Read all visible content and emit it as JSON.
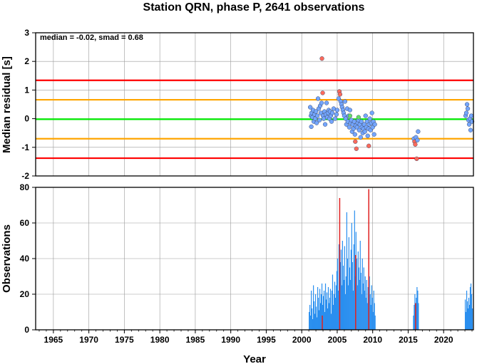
{
  "chart_data": [
    {
      "type": "scatter",
      "title": "Station QRN, phase P, 2641 observations",
      "xlabel": "",
      "ylabel": "Median residual [s]",
      "annotation": "median = -0.02, smad = 0.68",
      "xlim": [
        1962.5,
        2024.2
      ],
      "ylim": [
        -2,
        3
      ],
      "yticks": [
        "3",
        "2",
        "1",
        "0",
        "-1",
        "-2"
      ],
      "grid": true,
      "reference_lines": [
        {
          "y": 1.34,
          "color": "#ff0000"
        },
        {
          "y": 0.66,
          "color": "#ffa500"
        },
        {
          "y": -0.02,
          "color": "#00ee00"
        },
        {
          "y": -0.7,
          "color": "#ffa500"
        },
        {
          "y": -1.38,
          "color": "#ff0000"
        }
      ],
      "colors": {
        "normal": "#74a6ff",
        "outlier": "#ff6a5a",
        "central": "#66dd66"
      },
      "points": [
        {
          "x": 2001.2,
          "y": 0.4
        },
        {
          "x": 2001.3,
          "y": 0.1
        },
        {
          "x": 2001.35,
          "y": -0.28
        },
        {
          "x": 2001.4,
          "y": 0.2
        },
        {
          "x": 2001.5,
          "y": 0.05
        },
        {
          "x": 2001.6,
          "y": 0.3
        },
        {
          "x": 2001.7,
          "y": -0.1
        },
        {
          "x": 2001.8,
          "y": 0.15
        },
        {
          "x": 2001.9,
          "y": 0.0
        },
        {
          "x": 2002.0,
          "y": 0.25
        },
        {
          "x": 2002.1,
          "y": -0.15
        },
        {
          "x": 2002.2,
          "y": 0.1
        },
        {
          "x": 2002.3,
          "y": 0.7
        },
        {
          "x": 2002.4,
          "y": 0.35
        },
        {
          "x": 2002.5,
          "y": -0.05
        },
        {
          "x": 2002.6,
          "y": 0.45
        },
        {
          "x": 2002.7,
          "y": 0.2
        },
        {
          "x": 2002.8,
          "y": 0.55
        },
        {
          "x": 2002.85,
          "y": 2.1,
          "outlier": true
        },
        {
          "x": 2002.95,
          "y": 0.9,
          "outlier": true
        },
        {
          "x": 2003.0,
          "y": 0.1
        },
        {
          "x": 2003.1,
          "y": 0.0
        },
        {
          "x": 2003.2,
          "y": 0.25
        },
        {
          "x": 2003.3,
          "y": -0.2
        },
        {
          "x": 2003.4,
          "y": 0.15
        },
        {
          "x": 2003.5,
          "y": 0.55
        },
        {
          "x": 2003.6,
          "y": 0.05
        },
        {
          "x": 2003.7,
          "y": 0.2
        },
        {
          "x": 2003.8,
          "y": 0.3
        },
        {
          "x": 2003.9,
          "y": 0.0
        },
        {
          "x": 2004.0,
          "y": 0.25
        },
        {
          "x": 2004.1,
          "y": 0.1
        },
        {
          "x": 2004.2,
          "y": -0.1
        },
        {
          "x": 2004.3,
          "y": 0.2
        },
        {
          "x": 2004.5,
          "y": 0.35
        },
        {
          "x": 2004.7,
          "y": 0.0
        },
        {
          "x": 2004.9,
          "y": 0.15
        },
        {
          "x": 2005.0,
          "y": 0.3
        },
        {
          "x": 2005.2,
          "y": 0.7
        },
        {
          "x": 2005.3,
          "y": 0.95,
          "outlier": true
        },
        {
          "x": 2005.4,
          "y": 0.85,
          "outlier": true
        },
        {
          "x": 2005.5,
          "y": 0.6
        },
        {
          "x": 2005.6,
          "y": 0.5
        },
        {
          "x": 2005.7,
          "y": 0.4
        },
        {
          "x": 2005.8,
          "y": 0.3
        },
        {
          "x": 2005.9,
          "y": 0.2
        },
        {
          "x": 2006.0,
          "y": 0.1
        },
        {
          "x": 2006.1,
          "y": 0.6
        },
        {
          "x": 2006.2,
          "y": 0.0
        },
        {
          "x": 2006.3,
          "y": -0.2
        },
        {
          "x": 2006.4,
          "y": 0.35
        },
        {
          "x": 2006.5,
          "y": -0.1
        },
        {
          "x": 2006.6,
          "y": 0.1
        },
        {
          "x": 2006.7,
          "y": -0.3
        },
        {
          "x": 2006.8,
          "y": 0.3
        },
        {
          "x": 2006.9,
          "y": -0.15
        },
        {
          "x": 2007.0,
          "y": -0.05
        },
        {
          "x": 2007.1,
          "y": -0.45
        },
        {
          "x": 2007.2,
          "y": -0.2
        },
        {
          "x": 2007.3,
          "y": -0.35
        },
        {
          "x": 2007.4,
          "y": -0.1
        },
        {
          "x": 2007.5,
          "y": -0.55
        },
        {
          "x": 2007.55,
          "y": -0.8,
          "outlier": true
        },
        {
          "x": 2007.6,
          "y": -0.25
        },
        {
          "x": 2007.7,
          "y": -1.05,
          "outlier": true
        },
        {
          "x": 2007.8,
          "y": -0.3
        },
        {
          "x": 2007.9,
          "y": -0.15
        },
        {
          "x": 2008.0,
          "y": -0.05
        },
        {
          "x": 2008.1,
          "y": -0.4
        },
        {
          "x": 2008.2,
          "y": -0.2
        },
        {
          "x": 2008.3,
          "y": -0.65
        },
        {
          "x": 2008.4,
          "y": -0.1
        },
        {
          "x": 2008.5,
          "y": -0.3
        },
        {
          "x": 2008.6,
          "y": -0.5
        },
        {
          "x": 2008.7,
          "y": -0.35
        },
        {
          "x": 2008.8,
          "y": -0.2
        },
        {
          "x": 2008.9,
          "y": -0.45
        },
        {
          "x": 2009.0,
          "y": 0.1
        },
        {
          "x": 2009.1,
          "y": -0.3
        },
        {
          "x": 2009.2,
          "y": -0.1
        },
        {
          "x": 2009.3,
          "y": -0.6
        },
        {
          "x": 2009.4,
          "y": -0.35
        },
        {
          "x": 2009.45,
          "y": -0.95,
          "outlier": true
        },
        {
          "x": 2009.5,
          "y": -0.2
        },
        {
          "x": 2009.6,
          "y": 0.0
        },
        {
          "x": 2009.7,
          "y": -0.4
        },
        {
          "x": 2009.8,
          "y": -0.15
        },
        {
          "x": 2009.9,
          "y": 0.2
        },
        {
          "x": 2010.0,
          "y": -0.3
        },
        {
          "x": 2010.1,
          "y": -0.1
        },
        {
          "x": 2010.2,
          "y": -0.55
        },
        {
          "x": 2010.3,
          "y": -0.2
        },
        {
          "x": 2008.0,
          "y": 0.05,
          "central": true
        },
        {
          "x": 2006.8,
          "y": 0.1,
          "central": true
        },
        {
          "x": 2015.8,
          "y": -0.7
        },
        {
          "x": 2015.9,
          "y": -0.8,
          "outlier": true
        },
        {
          "x": 2016.0,
          "y": -0.9,
          "outlier": true
        },
        {
          "x": 2016.1,
          "y": -0.65
        },
        {
          "x": 2016.2,
          "y": -1.4,
          "outlier": true
        },
        {
          "x": 2016.3,
          "y": -0.75
        },
        {
          "x": 2016.4,
          "y": -0.45
        },
        {
          "x": 2023.1,
          "y": 0.1
        },
        {
          "x": 2023.2,
          "y": 0.2
        },
        {
          "x": 2023.3,
          "y": 0.5
        },
        {
          "x": 2023.4,
          "y": 0.35
        },
        {
          "x": 2023.5,
          "y": -0.05
        },
        {
          "x": 2023.6,
          "y": -0.2
        },
        {
          "x": 2023.7,
          "y": 0.0
        },
        {
          "x": 2023.8,
          "y": -0.4
        },
        {
          "x": 2023.9,
          "y": 0.1
        },
        {
          "x": 2024.0,
          "y": -0.1
        }
      ]
    },
    {
      "type": "bar",
      "title": "",
      "xlabel": "Year",
      "ylabel": "Observations",
      "xlim": [
        1962.5,
        2024.2
      ],
      "ylim": [
        0,
        80
      ],
      "yticks": [
        "80",
        "60",
        "40",
        "20",
        "0"
      ],
      "xticks": [
        "1965",
        "1970",
        "1975",
        "1980",
        "1985",
        "1990",
        "1995",
        "2000",
        "2005",
        "2010",
        "2015",
        "2020"
      ],
      "grid": true,
      "colors": {
        "bars": "#2a8fef",
        "outlier_bars": "#e02020"
      },
      "bars": [
        [
          2001.05,
          10
        ],
        [
          2001.15,
          14
        ],
        [
          2001.25,
          8
        ],
        [
          2001.35,
          22
        ],
        [
          2001.45,
          12
        ],
        [
          2001.55,
          6
        ],
        [
          2001.65,
          25
        ],
        [
          2001.75,
          16
        ],
        [
          2001.85,
          9
        ],
        [
          2001.95,
          20
        ],
        [
          2002.05,
          13
        ],
        [
          2002.15,
          7
        ],
        [
          2002.25,
          24
        ],
        [
          2002.35,
          18
        ],
        [
          2002.45,
          11
        ],
        [
          2002.55,
          23
        ],
        [
          2002.65,
          15
        ],
        [
          2002.75,
          20
        ],
        [
          2002.85,
          26
        ],
        [
          2002.95,
          14
        ],
        [
          2003.05,
          19
        ],
        [
          2003.15,
          22
        ],
        [
          2003.25,
          10
        ],
        [
          2003.35,
          26
        ],
        [
          2003.45,
          17
        ],
        [
          2003.55,
          21
        ],
        [
          2003.65,
          12
        ],
        [
          2003.75,
          24
        ],
        [
          2003.85,
          15
        ],
        [
          2003.95,
          18
        ],
        [
          2004.05,
          23
        ],
        [
          2004.15,
          9
        ],
        [
          2004.25,
          22
        ],
        [
          2004.35,
          31
        ],
        [
          2004.45,
          14
        ],
        [
          2004.55,
          20
        ],
        [
          2004.65,
          27
        ],
        [
          2004.75,
          18
        ],
        [
          2004.85,
          25
        ],
        [
          2004.95,
          33
        ],
        [
          2005.05,
          40
        ],
        [
          2005.15,
          22
        ],
        [
          2005.25,
          48
        ],
        [
          2005.35,
          30
        ],
        [
          2005.45,
          38
        ],
        [
          2005.55,
          45
        ],
        [
          2005.65,
          25
        ],
        [
          2005.75,
          50
        ],
        [
          2005.85,
          36
        ],
        [
          2005.95,
          28
        ],
        [
          2006.05,
          47
        ],
        [
          2006.15,
          20
        ],
        [
          2006.25,
          30
        ],
        [
          2006.35,
          66
        ],
        [
          2006.45,
          40
        ],
        [
          2006.55,
          25
        ],
        [
          2006.65,
          52
        ],
        [
          2006.75,
          35
        ],
        [
          2006.85,
          28
        ],
        [
          2006.95,
          45
        ],
        [
          2007.05,
          60
        ],
        [
          2007.15,
          38
        ],
        [
          2007.25,
          22
        ],
        [
          2007.35,
          48
        ],
        [
          2007.45,
          67
        ],
        [
          2007.55,
          30
        ],
        [
          2007.65,
          55
        ],
        [
          2007.75,
          40
        ],
        [
          2007.85,
          25
        ],
        [
          2007.95,
          44
        ],
        [
          2008.05,
          35
        ],
        [
          2008.15,
          28
        ],
        [
          2008.25,
          50
        ],
        [
          2008.35,
          32
        ],
        [
          2008.45,
          20
        ],
        [
          2008.55,
          40
        ],
        [
          2008.65,
          26
        ],
        [
          2008.75,
          35
        ],
        [
          2008.85,
          22
        ],
        [
          2008.95,
          30
        ],
        [
          2009.05,
          18
        ],
        [
          2009.15,
          28
        ],
        [
          2009.25,
          15
        ],
        [
          2009.35,
          24
        ],
        [
          2009.45,
          12
        ],
        [
          2009.55,
          30
        ],
        [
          2009.65,
          20
        ],
        [
          2009.75,
          14
        ],
        [
          2009.85,
          25
        ],
        [
          2009.95,
          18
        ],
        [
          2010.05,
          10
        ],
        [
          2010.15,
          22
        ],
        [
          2010.25,
          15
        ],
        [
          2010.35,
          8
        ],
        [
          2015.75,
          8
        ],
        [
          2015.85,
          14
        ],
        [
          2015.95,
          20
        ],
        [
          2016.05,
          12
        ],
        [
          2016.15,
          18
        ],
        [
          2016.25,
          24
        ],
        [
          2016.35,
          22
        ],
        [
          2016.45,
          15
        ],
        [
          2023.05,
          17
        ],
        [
          2023.15,
          10
        ],
        [
          2023.25,
          22
        ],
        [
          2023.35,
          16
        ],
        [
          2023.45,
          12
        ],
        [
          2023.55,
          18
        ],
        [
          2023.65,
          14
        ],
        [
          2023.75,
          24
        ],
        [
          2023.85,
          26
        ],
        [
          2023.95,
          20
        ],
        [
          2024.05,
          12
        ]
      ],
      "outlier_bars": [
        [
          2002.9,
          8
        ],
        [
          2005.35,
          74
        ],
        [
          2007.6,
          42
        ],
        [
          2009.45,
          79
        ],
        [
          2016.05,
          15
        ]
      ]
    }
  ]
}
